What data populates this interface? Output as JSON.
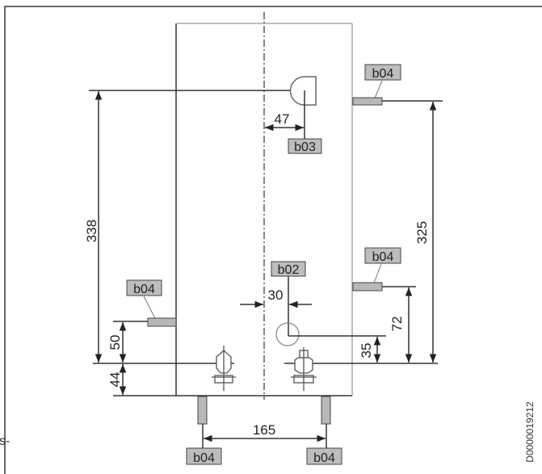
{
  "drawing_id": "D0000019212",
  "fragment_text": "s-",
  "labels": {
    "b02": "b02",
    "b03": "b03",
    "b04": "b04"
  },
  "dimensions": {
    "d338": "338",
    "d325": "325",
    "d47": "47",
    "d30": "30",
    "d72": "72",
    "d35": "35",
    "d50": "50",
    "d44": "44",
    "d165": "165"
  }
}
